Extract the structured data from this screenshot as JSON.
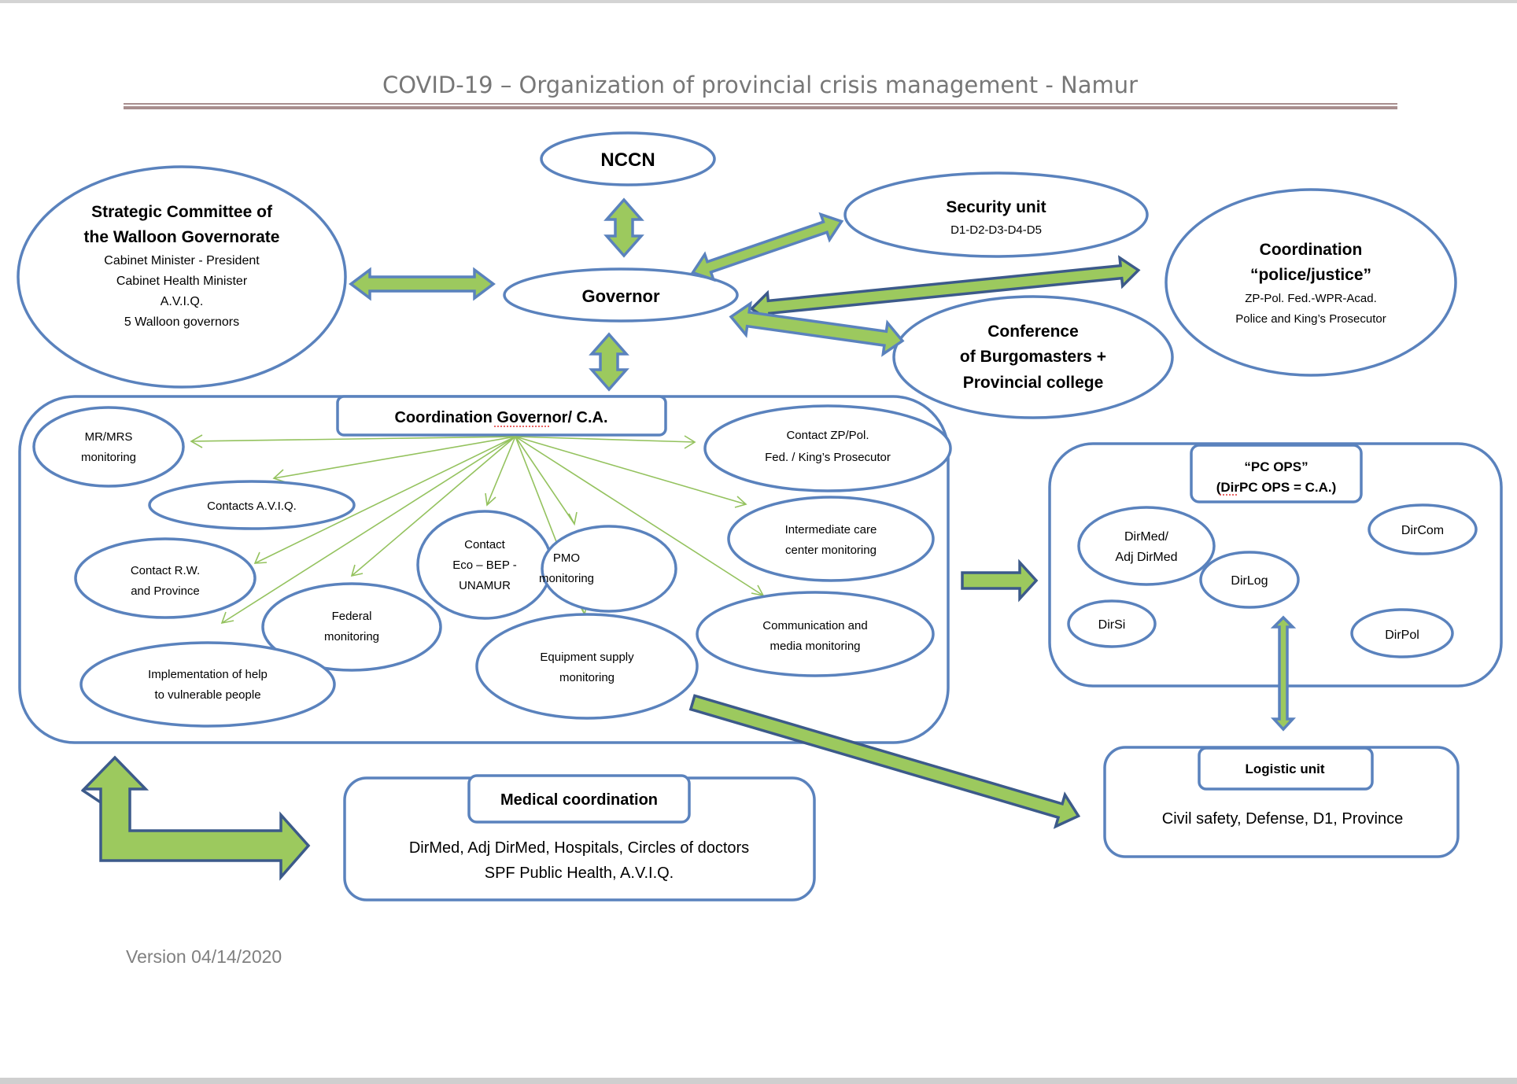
{
  "title": "COVID-19 – Organization of provincial crisis management - Namur",
  "version": "Version 04/14/2020",
  "colors": {
    "node_border": "#5a82bd",
    "arrow_fill": "#9cc95e",
    "arrow_dark_border": "#3c5a8a",
    "title_text": "#777777",
    "divider": "#a88e8e"
  },
  "nodes": {
    "nccn": {
      "title": "NCCN"
    },
    "strategic": {
      "title_lines": [
        "Strategic Committee of",
        "the Walloon Governorate"
      ],
      "lines": [
        "Cabinet Minister - President",
        "Cabinet Health Minister",
        "A.V.I.Q.",
        "5 Walloon governors"
      ]
    },
    "governor": {
      "title": "Governor"
    },
    "security": {
      "title": "Security unit",
      "lines": [
        "D1-D2-D3-D4-D5"
      ]
    },
    "police_justice": {
      "title_lines": [
        "Coordination",
        "“police/justice”"
      ],
      "lines": [
        "ZP-Pol. Fed.-WPR-Acad.",
        "Police and King’s Prosecutor"
      ]
    },
    "conference": {
      "title_lines": [
        "Conference",
        "of Burgomasters +",
        "Provincial college"
      ]
    }
  },
  "coordination": {
    "title": "Coordination Governor/ C.A.",
    "items": [
      {
        "id": "mr-mrs",
        "lines": [
          "MR/MRS",
          "monitoring"
        ]
      },
      {
        "id": "contacts-aviq",
        "lines": [
          "Contacts  A.V.I.Q."
        ]
      },
      {
        "id": "contact-rw",
        "lines": [
          "Contact R.W.",
          "and Province"
        ]
      },
      {
        "id": "federal",
        "lines": [
          "Federal",
          "monitoring"
        ]
      },
      {
        "id": "help-vulnerable",
        "lines": [
          "Implementation of help",
          "to vulnerable people"
        ]
      },
      {
        "id": "contact-eco",
        "lines": [
          "Contact",
          "Eco – BEP -",
          "UNAMUR"
        ]
      },
      {
        "id": "pmo",
        "lines": [
          "PMO",
          "monitoring"
        ]
      },
      {
        "id": "equipment",
        "lines": [
          "Equipment supply",
          "monitoring"
        ]
      },
      {
        "id": "contact-zp",
        "lines": [
          "Contact ZP/Pol.",
          "Fed. / King’s Prosecutor"
        ]
      },
      {
        "id": "intermediate-care",
        "lines": [
          "Intermediate care",
          "center monitoring"
        ]
      },
      {
        "id": "communication",
        "lines": [
          "Communication and",
          "media monitoring"
        ]
      }
    ]
  },
  "pc_ops": {
    "title_lines": [
      "“PC OPS”",
      "(DirPC OPS = C.A.)"
    ],
    "items": [
      "DirMed/",
      "Adj DirMed",
      "DirCom",
      "DirLog",
      "DirSi",
      "DirPol"
    ]
  },
  "logistic": {
    "title": "Logistic unit",
    "body": "Civil safety, Defense, D1, Province"
  },
  "medical": {
    "title": "Medical coordination",
    "lines": [
      "DirMed, Adj DirMed, Hospitals, Circles of doctors",
      "SPF Public Health, A.V.I.Q."
    ]
  }
}
